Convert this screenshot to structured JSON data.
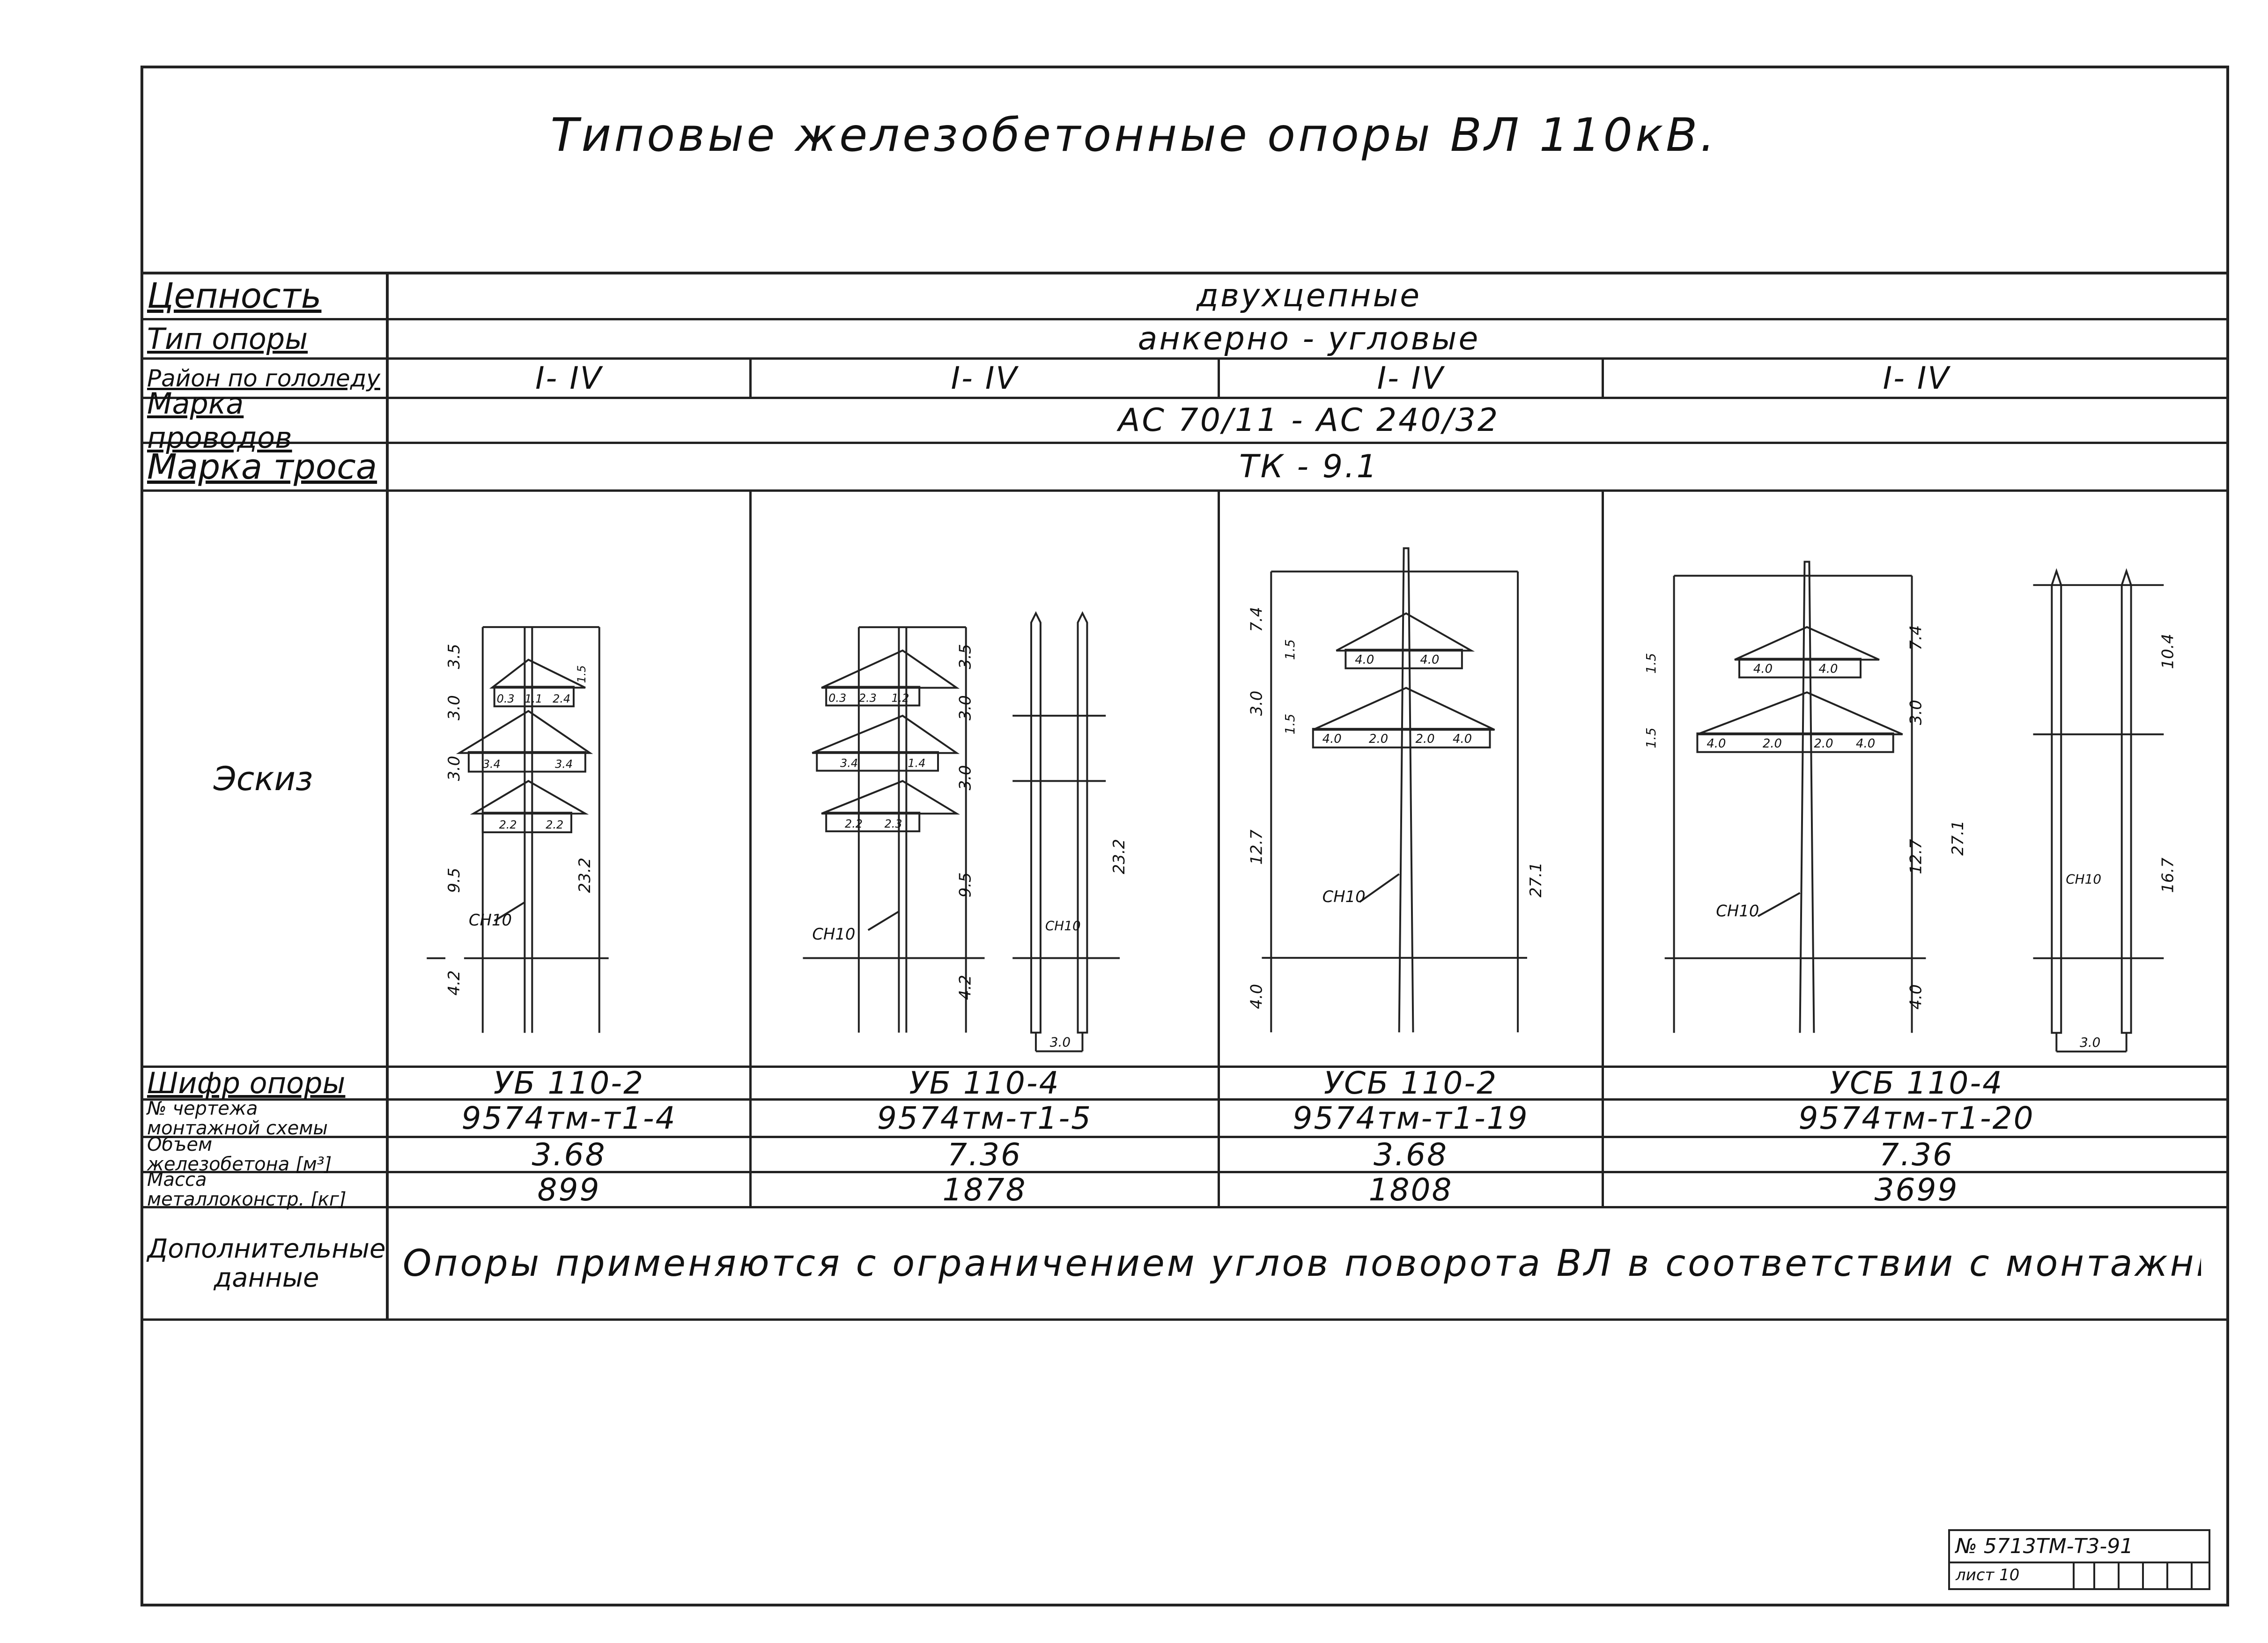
{
  "title": "Типовые железобетонные опоры ВЛ 110кВ.",
  "rows": {
    "chains": {
      "label": "Цепность",
      "value": "двухцепные"
    },
    "type": {
      "label": "Тип опоры",
      "value": "анкерно - угловые"
    },
    "ice_region": {
      "label": "Район по гололеду",
      "values": [
        "I- IV",
        "I- IV",
        "I- IV",
        "I- IV"
      ]
    },
    "wire": {
      "label": "Марка проводов",
      "value": "АС 70/11 - АС 240/32"
    },
    "cable": {
      "label": "Марка троса",
      "value": "ТК - 9.1"
    },
    "sketch": {
      "label": "Эскиз"
    },
    "code": {
      "label": "Шифр опоры",
      "values": [
        "УБ 110-2",
        "УБ 110-4",
        "УСБ 110-2",
        "УСБ 110-4"
      ]
    },
    "drawing": {
      "label_line1": "№ чертежа",
      "label_line2": "монтажной схемы",
      "values": [
        "9574тм-т1-4",
        "9574тм-т1-5",
        "9574тм-т1-19",
        "9574тм-т1-20"
      ]
    },
    "volume": {
      "label_line1": "Объем",
      "label_line2": "железобетона [м³]",
      "values": [
        "3.68",
        "7.36",
        "3.68",
        "7.36"
      ]
    },
    "mass": {
      "label_line1": "Масса",
      "label_line2": "металлоконстр. [кг]",
      "values": [
        "899",
        "1878",
        "1808",
        "3699"
      ]
    },
    "extra": {
      "label_line1": "Дополнительные",
      "label_line2": "данные",
      "value": "Опоры применяются с ограничением углов поворота ВЛ в соответствии с монтажными схемами"
    }
  },
  "sketches": [
    {
      "dims_left": [
        "3.5",
        "3.0",
        "3.0",
        "9.5",
        "4.2"
      ],
      "total": "23.2",
      "arm_labels": [
        "0.3",
        "1.1",
        "2.4",
        "3.4",
        "3.4",
        "2.2",
        "2.2",
        "1.5"
      ],
      "support_label": "СН10"
    },
    {
      "dims_left": [
        "3.5",
        "3.0",
        "3.0",
        "9.5",
        "4.2"
      ],
      "total": "23.2",
      "arm_labels": [
        "0.3",
        "2.3",
        "1.2",
        "3.4",
        "1.4",
        "2.2",
        "2.3"
      ],
      "support_label": "СН10",
      "support_label_b": "СН10",
      "base": "3.0"
    },
    {
      "dims_left": [
        "7.4",
        "3.0",
        "12.7",
        "4.0"
      ],
      "small_dims": [
        "1.5",
        "1.5"
      ],
      "total": "27.1",
      "arm_labels": [
        "4.0",
        "4.0",
        "4.0",
        "2.0",
        "2.0",
        "4.0"
      ],
      "support_label": "СН10"
    },
    {
      "dims_left": [
        "7.4",
        "3.0",
        "12.7",
        "4.0"
      ],
      "small_dims": [
        "1.5",
        "1.5"
      ],
      "total": "27.1",
      "right_dims": [
        "10.4",
        "16.7"
      ],
      "arm_labels": [
        "4.0",
        "4.0",
        "4.0",
        "2.0",
        "2.0",
        "4.0"
      ],
      "support_label": "СН10",
      "support_label_b": "СН10",
      "base": "3.0"
    }
  ],
  "stamp": {
    "code": "№ 5713ТМ-Т3-91",
    "sheet": "лист 10"
  }
}
